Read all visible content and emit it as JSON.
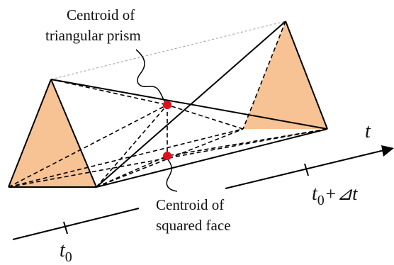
{
  "labels": {
    "prism_centroid_line1": "Centroid of",
    "prism_centroid_line2": "triangular prism",
    "face_centroid_line1": "Centroid of",
    "face_centroid_line2": "squared face",
    "time_axis": "t",
    "t0_base": "t",
    "t0_sub": "0",
    "t1_base": "t",
    "t1_sub": "0",
    "t1_suffix": "+⊿t"
  },
  "colors": {
    "face_fill": "#f7c294",
    "edge": "#000000",
    "centroid": "#e30d1c",
    "hidden_edge": "#999999"
  }
}
